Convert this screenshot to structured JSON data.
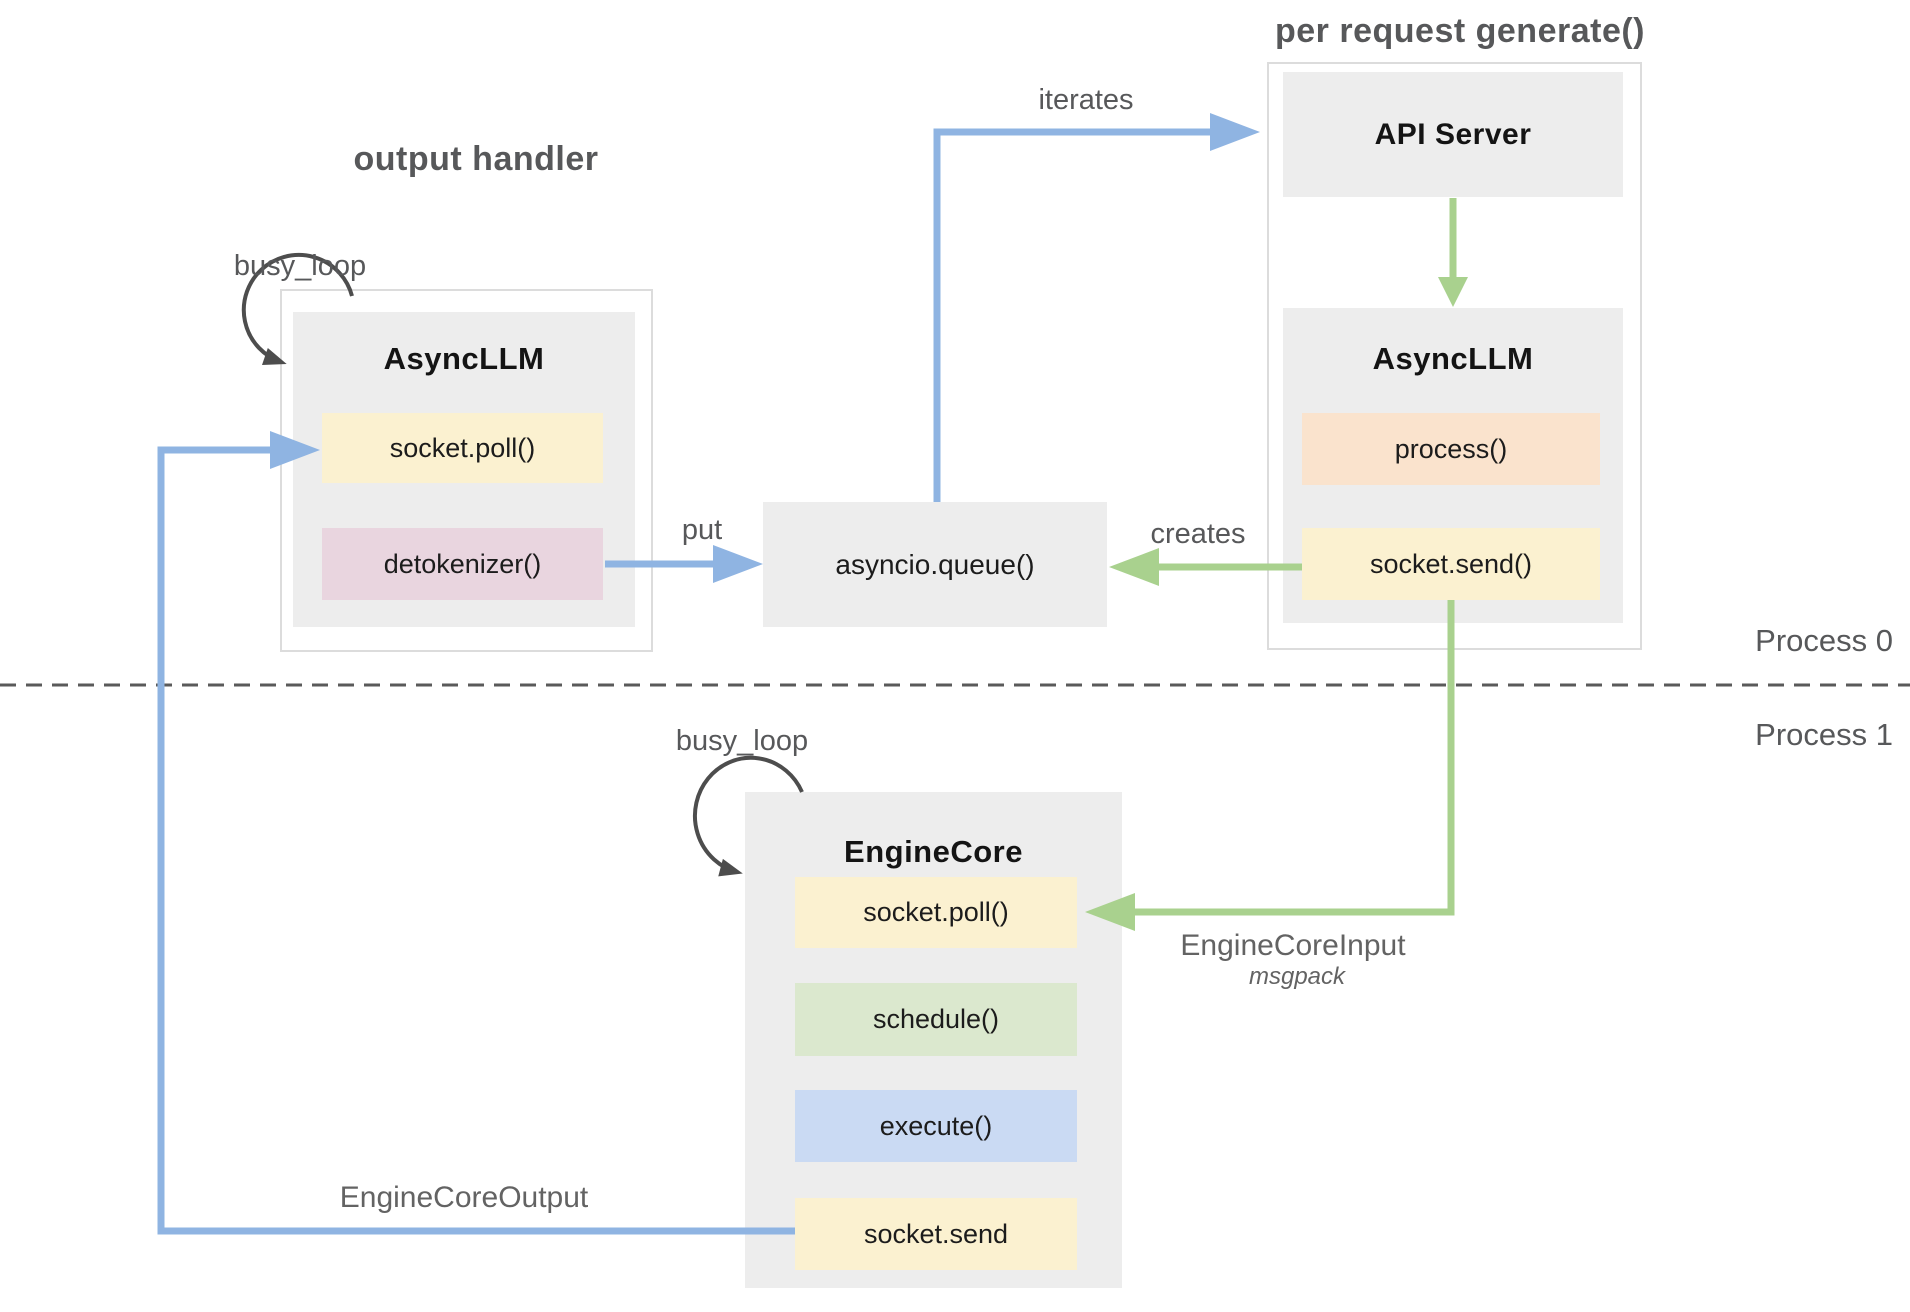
{
  "titles": {
    "output_handler": "output handler",
    "per_request": "per request generate()"
  },
  "labels": {
    "busy_loop_left": "busy_loop",
    "busy_loop_bottom": "busy_loop",
    "iterates": "iterates",
    "put": "put",
    "creates": "creates",
    "engine_core_input": "EngineCoreInput",
    "msgpack": "msgpack",
    "engine_core_output": "EngineCoreOutput",
    "process0": "Process 0",
    "process1": "Process 1"
  },
  "api_server": {
    "title": "API Server"
  },
  "async_llm_left": {
    "title": "AsyncLLM",
    "methods": [
      "socket.poll()",
      "detokenizer()"
    ]
  },
  "async_llm_right": {
    "title": "AsyncLLM",
    "methods": [
      "process()",
      "socket.send()"
    ]
  },
  "engine_core": {
    "title": "EngineCore",
    "methods": [
      "socket.poll()",
      "schedule()",
      "execute()",
      "socket.send"
    ]
  },
  "queue": {
    "label": "asyncio.queue()"
  },
  "colors": {
    "arrow_blue": "#8fb4e2",
    "arrow_green": "#a9d18e",
    "box_gray": "#ededed",
    "yellow": "#fbf1d0",
    "pink": "#e9d5df",
    "peach": "#fae3cd",
    "green": "#dbe8ce",
    "blue": "#cadaf3",
    "title_gray": "#57585a"
  }
}
